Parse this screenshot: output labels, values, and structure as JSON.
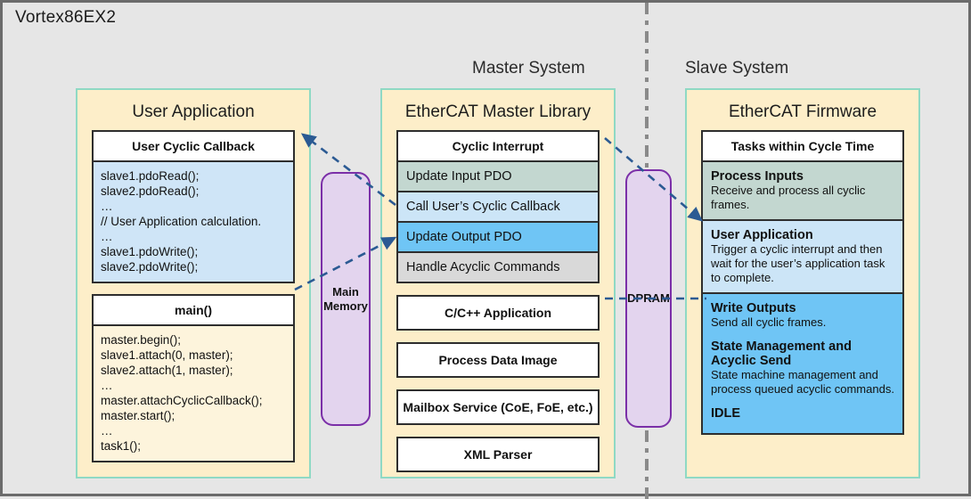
{
  "diagram": {
    "title": "Vortex86EX2",
    "captions": {
      "master": "Master System",
      "slave": "Slave System"
    },
    "divider_color": "#8a8a8a"
  },
  "colors": {
    "panel_fill": "#fdeec9",
    "panel_border": "#8fd9c4",
    "code_blue": "#cfe5f7",
    "code_cream": "#fdf4dc",
    "step_sage": "#c3d7d0",
    "step_light_blue": "#cce5f7",
    "step_blue": "#6fc5f5",
    "step_gray": "#d9d9d9",
    "memory_fill": "#e3d4ee",
    "memory_border": "#7b2fa8",
    "arrow": "#2b5a93",
    "frame": "#6b6b6b"
  },
  "user_panel": {
    "title": "User Application",
    "cyclic_callback": {
      "header": "User Cyclic Callback",
      "code": "slave1.pdoRead();\nslave2.pdoRead();\n…\n// User Application calculation.\n…\nslave1.pdoWrite();\nslave2.pdoWrite();"
    },
    "main": {
      "header": "main()",
      "code": "master.begin();\nslave1.attach(0, master);\nslave2.attach(1, master);\n…\nmaster.attachCyclicCallback();\nmaster.start();\n…\ntask1();"
    }
  },
  "main_memory": {
    "label": "Main\nMemory"
  },
  "dpram": {
    "label": "DPRAM"
  },
  "master_panel": {
    "title": "EtherCAT Master Library",
    "cyclic_interrupt": {
      "header": "Cyclic Interrupt",
      "steps": [
        {
          "label": "Update Input PDO",
          "color": "sage"
        },
        {
          "label": "Call User’s Cyclic Callback",
          "color": "lblue"
        },
        {
          "label": "Update Output PDO",
          "color": "blue"
        },
        {
          "label": "Handle Acyclic Commands",
          "color": "gray"
        }
      ]
    },
    "modules": [
      "C/C++ Application",
      "Process Data Image",
      "Mailbox Service (CoE, FoE, etc.)",
      "XML Parser"
    ]
  },
  "slave_panel": {
    "title": "EtherCAT Firmware",
    "cycle_tasks": {
      "header": "Tasks within Cycle Time",
      "steps": [
        {
          "title": "Process Inputs",
          "desc": "Receive and process all cyclic frames.",
          "color": "sage"
        },
        {
          "title": "User Application",
          "desc": "Trigger a cyclic interrupt and then wait for the user’s application task to complete.",
          "color": "lblue"
        }
      ],
      "write_block": {
        "title1": "Write Outputs",
        "desc1": "Send all cyclic frames.",
        "title2": "State Management and Acyclic Send",
        "desc2": "State machine management and process queued acyclic commands.",
        "title3": "IDLE",
        "color": "blue"
      }
    }
  }
}
